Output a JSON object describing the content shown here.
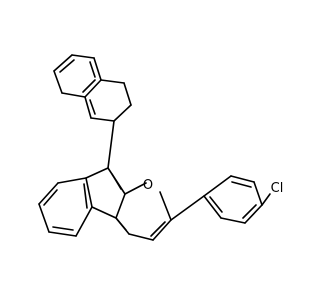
{
  "molecule": {
    "atoms": [
      {
        "id": "o1",
        "element": "O",
        "label": "O"
      },
      {
        "id": "cl1",
        "element": "Cl",
        "label": "Cl"
      }
    ]
  }
}
